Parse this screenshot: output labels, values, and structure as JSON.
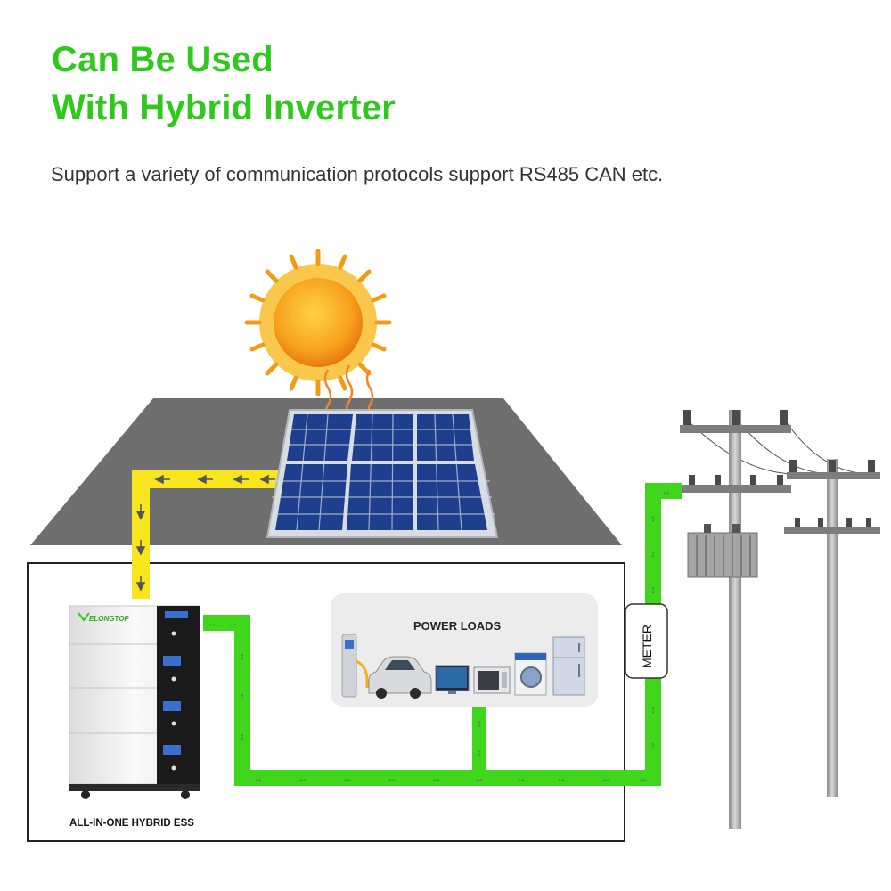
{
  "header": {
    "title_line1": "Can Be Used",
    "title_line2": "With Hybrid Inverter",
    "subtitle": "Support a variety of communication protocols support RS485 CAN etc."
  },
  "diagram": {
    "ess_label": "ALL-IN-ONE HYBRID ESS",
    "ess_brand": "ELONGTOP",
    "loads_label": "POWER LOADS",
    "meter_label": "METER"
  },
  "colors": {
    "title": "#31c81e",
    "solar_line": "#f7e51e",
    "grid_line": "#3fd61b",
    "roof": "#6e6e6e",
    "panel": "#1f3f8c",
    "sun": "#f7a21b"
  },
  "icons": [
    "sun-icon",
    "solar-panel-icon",
    "battery-cabinet-icon",
    "ev-charger-icon",
    "car-icon",
    "tv-icon",
    "microwave-icon",
    "washing-machine-icon",
    "refrigerator-icon",
    "utility-pole-icon",
    "transformer-icon"
  ]
}
